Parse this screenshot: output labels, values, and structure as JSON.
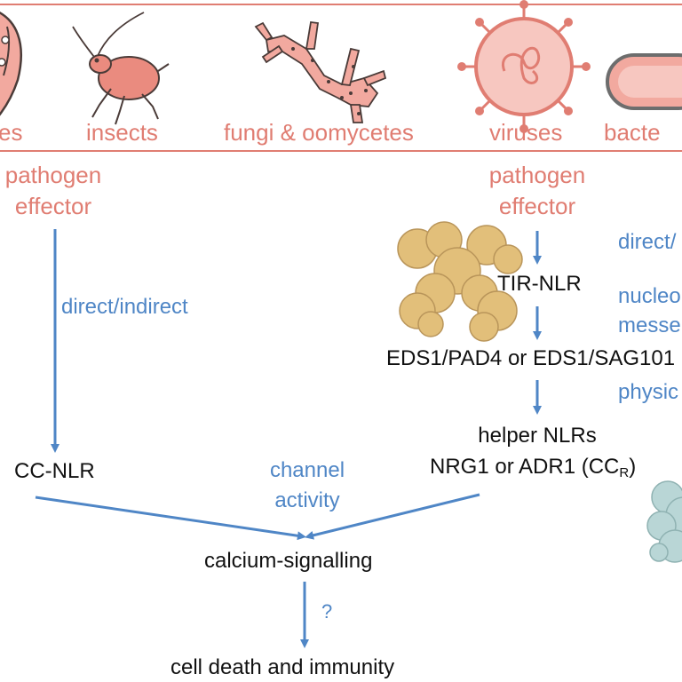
{
  "pathogens": {
    "nematodes_partial": "es",
    "insects": "insects",
    "fungi": "fungi & oomycetes",
    "viruses": "viruses",
    "bacteria_partial": "bacte"
  },
  "left_path": {
    "effector_line1": "pathogen",
    "effector_line2": "effector",
    "recognition": "direct/indirect",
    "receptor": "CC-NLR"
  },
  "right_path": {
    "effector_line1": "pathogen",
    "effector_line2": "effector",
    "recognition_partial": "direct/",
    "receptor": "TIR-NLR",
    "messenger_line1_partial": "nucleo",
    "messenger_line2_partial": "messe",
    "physical_partial": "physic",
    "complex": "EDS1/PAD4 or EDS1/SAG101",
    "helpers_line1": "helper NLRs",
    "helpers_line2": "NRG1 or ADR1 (CC",
    "helpers_sub": "R",
    "helpers_close": ")"
  },
  "convergence": {
    "channel_line1": "channel",
    "channel_line2": "activity",
    "signal": "calcium-signalling",
    "question": "?",
    "outcome": "cell death and immunity"
  },
  "colors": {
    "pink": "#e07d72",
    "blue": "#4f86c6",
    "protein_tan": "#e2bf7a",
    "protein_teal": "#b9d6d6"
  }
}
